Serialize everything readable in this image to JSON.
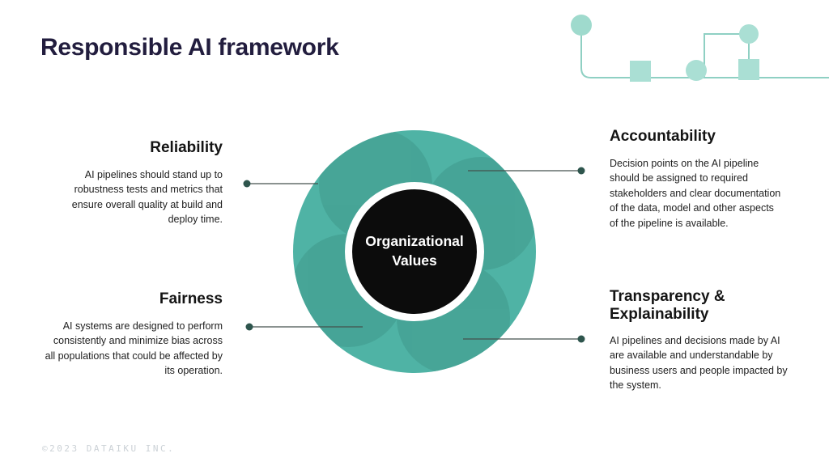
{
  "slide": {
    "title": "Responsible AI framework",
    "footer": "©2023 DATAIKU INC."
  },
  "center": {
    "label_line1": "Organizational",
    "label_line2": "Values"
  },
  "quadrants": [
    {
      "id": "reliability",
      "heading": "Reliability",
      "body": "AI pipelines should stand up to robustness tests and metrics that ensure overall quality at build and deploy time."
    },
    {
      "id": "accountability",
      "heading": "Accountability",
      "body": "Decision points on the AI pipeline should be assigned to required stakeholders and clear documentation of the data, model and other aspects of the pipeline is available."
    },
    {
      "id": "fairness",
      "heading": "Fairness",
      "body": "AI systems are designed to perform consistently and minimize bias across all populations that could be affected by its operation."
    },
    {
      "id": "transparency",
      "heading": "Transparency & Explainability",
      "body": "AI pipelines and decisions made by AI are available and understandable by business users and people impacted by the system."
    }
  ],
  "colors": {
    "teal": "#4FB3A5",
    "teal_dark": "#45A294",
    "teal_light": "#AADFD4",
    "line_teal": "#8FD0C3",
    "title": "#221D3E",
    "text": "#1E1E1E",
    "connector_line": "#44504D",
    "connector_dot": "#2E554D",
    "center_fill": "#0C0C0C"
  }
}
